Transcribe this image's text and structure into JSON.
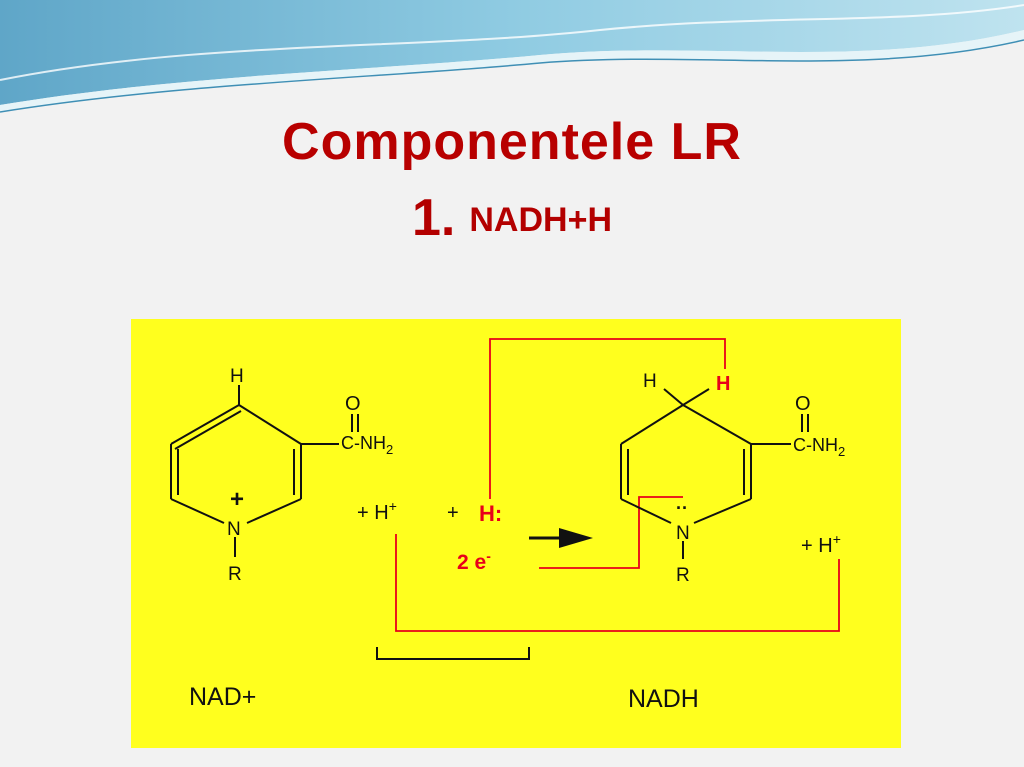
{
  "slide": {
    "title_line1": "Componentele LR",
    "title_line2_number": "1.",
    "title_line2_text": "NADH+H"
  },
  "diagram": {
    "left": {
      "atom_top_h": "H",
      "carbonyl_o": "O",
      "amide": "C-NH2",
      "charge": "+",
      "nitrogen": "N",
      "r_group": "R",
      "name": "NAD+"
    },
    "middle": {
      "proton": "+ H⁺",
      "hydride_plus": "+",
      "hydride": "H:",
      "electrons": "2 e⁻"
    },
    "right": {
      "atom_h_black": "H",
      "atom_h_red": "H",
      "carbonyl_o": "O",
      "amide": "C-NH2",
      "lone_pair": "··",
      "nitrogen": "N",
      "r_group": "R",
      "proton": "+ H⁺",
      "name": "NADH"
    },
    "colors": {
      "background": "#ffff1e",
      "accent_red": "#e8001a",
      "bond": "#111111",
      "title": "#b80000"
    }
  }
}
